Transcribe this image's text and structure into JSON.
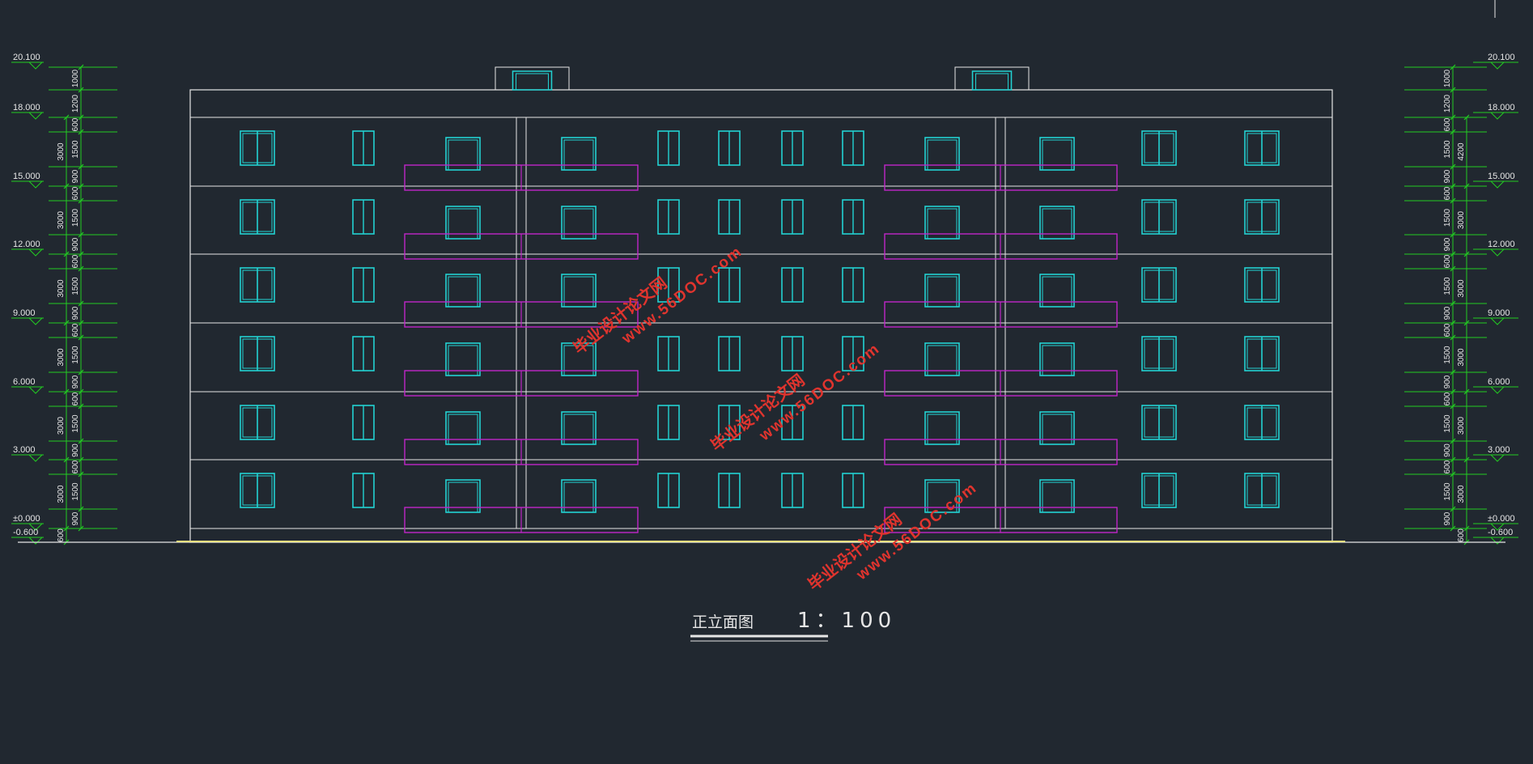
{
  "drawing": {
    "title": "正立面图",
    "scale": "1：100",
    "floors": 6,
    "colors": {
      "background": "#212830",
      "outline": "#e6e6e6",
      "window": "#22d3d3",
      "balcony": "#c026c8",
      "dimension": "#22cc22",
      "watermark": "#e0342e",
      "ground": "#ece080"
    }
  },
  "elevations_left": [
    "20.100",
    "18.000",
    "15.000",
    "12.000",
    "9.000",
    "6.000",
    "3.000",
    "±0.000",
    "-0.600"
  ],
  "elevations_right": [
    "20.100",
    "18.000",
    "15.000",
    "12.000",
    "9.000",
    "6.000",
    "3.000",
    "±0.000",
    "-0.600"
  ],
  "dims_left_outer": [
    "3000",
    "3000",
    "3000",
    "3000",
    "3000",
    "3000",
    "600"
  ],
  "dims_left_inner": [
    "1000",
    "1200",
    "600",
    "1500",
    "900",
    "600",
    "1500",
    "900",
    "600",
    "1500",
    "900",
    "600",
    "1500",
    "900",
    "600",
    "1500",
    "900",
    "600",
    "1500",
    "900"
  ],
  "dims_right_outer": [
    "4200",
    "3000",
    "3000",
    "3000",
    "3000",
    "3000",
    "600"
  ],
  "dims_right_inner": [
    "1000",
    "1200",
    "600",
    "1500",
    "900",
    "600",
    "1500",
    "900",
    "600",
    "1500",
    "900",
    "600",
    "1500",
    "900",
    "600",
    "1500",
    "900",
    "600",
    "1500",
    "900"
  ],
  "watermarks": [
    {
      "line1": "毕业设计论文网",
      "line2": "www.56DOC.com"
    },
    {
      "line1": "毕业设计论文网",
      "line2": "www.56DOC.com"
    },
    {
      "line1": "毕业设计论文网",
      "line2": "www.56DOC.com"
    }
  ]
}
